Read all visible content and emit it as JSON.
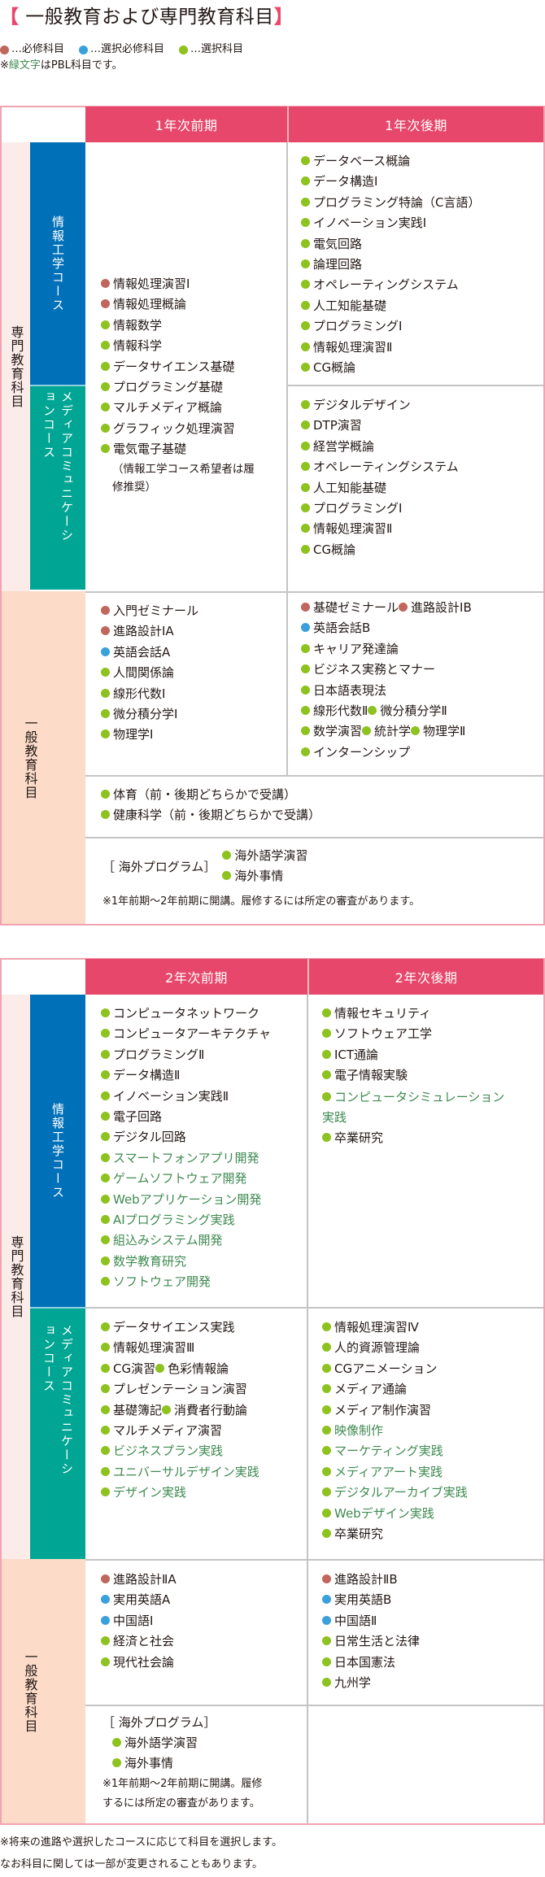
{
  "title": {
    "open_bracket": "【",
    "text": " 一般教育および専門教育科目",
    "close_bracket": "】"
  },
  "legend": {
    "items": [
      {
        "label": "…必修科目",
        "color": "#c0665d",
        "type": "required"
      },
      {
        "label": "…選択必修科目",
        "color": "#3aa0dc",
        "type": "elective-required"
      },
      {
        "label": "…選択科目",
        "color": "#8dc21f",
        "type": "elective"
      }
    ],
    "pbl_note_prefix": "※",
    "pbl_note_green": "緑文字",
    "pbl_note_suffix": "はPBL科目です。"
  },
  "colors": {
    "header": "#e6476a",
    "course_info": "#0070b8",
    "course_media": "#00a693",
    "cat_senmon": "#fbecea",
    "cat_ippan": "#fcdcc8",
    "pbl_green": "#3e8a50"
  },
  "categories": {
    "senmon": "専門教育科目",
    "ippan": "一般教育科目"
  },
  "courses": {
    "info": "情報工学コース",
    "media": "メディアコミュニケーションコース"
  },
  "year1": {
    "headers": [
      "1年次前期",
      "1年次後期"
    ],
    "info_and_media_first": [
      {
        "t": "情報処理演習Ⅰ",
        "c": "req"
      },
      {
        "t": "情報処理概論",
        "c": "req"
      },
      {
        "t": "情報数学",
        "c": "sel"
      },
      {
        "t": "情報科学",
        "c": "sel"
      },
      {
        "t": "データサイエンス基礎",
        "c": "sel"
      },
      {
        "t": "プログラミング基礎",
        "c": "sel"
      },
      {
        "t": "マルチメディア概論",
        "c": "sel"
      },
      {
        "t": "グラフィック処理演習",
        "c": "sel"
      },
      {
        "t": "電気電子基礎",
        "c": "sel"
      }
    ],
    "info_and_media_first_note": "（情報工学コース希望者は履修推奨）",
    "info_second": [
      {
        "t": "データベース概論",
        "c": "sel"
      },
      {
        "t": "データ構造Ⅰ",
        "c": "sel"
      },
      {
        "t": "プログラミング特論（C言語）",
        "c": "sel"
      },
      {
        "t": "イノベーション実践Ⅰ",
        "c": "sel"
      },
      {
        "t": "電気回路",
        "c": "sel"
      },
      {
        "t": "論理回路",
        "c": "sel"
      },
      {
        "t": "オペレーティングシステム",
        "c": "sel"
      },
      {
        "t": "人工知能基礎",
        "c": "sel"
      },
      {
        "t": "プログラミングⅠ",
        "c": "sel"
      },
      {
        "t": "情報処理演習Ⅱ",
        "c": "sel"
      },
      {
        "t": "CG概論",
        "c": "sel"
      }
    ],
    "media_second": [
      {
        "t": "デジタルデザイン",
        "c": "sel"
      },
      {
        "t": "DTP演習",
        "c": "sel"
      },
      {
        "t": "経営学概論",
        "c": "sel"
      },
      {
        "t": "オペレーティングシステム",
        "c": "sel"
      },
      {
        "t": "人工知能基礎",
        "c": "sel"
      },
      {
        "t": "プログラミングⅠ",
        "c": "sel"
      },
      {
        "t": "情報処理演習Ⅱ",
        "c": "sel"
      },
      {
        "t": "CG概論",
        "c": "sel"
      }
    ],
    "ippan_first": [
      {
        "t": "入門ゼミナール",
        "c": "req"
      },
      {
        "t": "進路設計ⅠA",
        "c": "req"
      },
      {
        "t": "英語会話A",
        "c": "selreq"
      },
      {
        "t": "人間関係論",
        "c": "sel"
      },
      {
        "t": "線形代数Ⅰ",
        "c": "sel"
      },
      {
        "t": "微分積分学Ⅰ",
        "c": "sel"
      },
      {
        "t": "物理学Ⅰ",
        "c": "sel"
      }
    ],
    "ippan_second_rows": [
      [
        {
          "t": "基礎ゼミナール",
          "c": "req"
        },
        {
          "t": "進路設計ⅠB",
          "c": "req"
        }
      ],
      [
        {
          "t": "英語会話B",
          "c": "selreq"
        }
      ],
      [
        {
          "t": "キャリア発達論",
          "c": "sel"
        }
      ],
      [
        {
          "t": "ビジネス実務とマナー",
          "c": "sel"
        }
      ],
      [
        {
          "t": "日本語表現法",
          "c": "sel"
        }
      ],
      [
        {
          "t": "線形代数Ⅱ",
          "c": "sel"
        },
        {
          "t": "微分積分学Ⅱ",
          "c": "sel"
        }
      ],
      [
        {
          "t": "数学演習",
          "c": "sel"
        },
        {
          "t": "統計学",
          "c": "sel"
        },
        {
          "t": "物理学Ⅱ",
          "c": "sel"
        }
      ],
      [
        {
          "t": "インターンシップ",
          "c": "sel"
        }
      ]
    ],
    "ippan_both": [
      {
        "t": "体育（前・後期どちらかで受講）",
        "c": "sel"
      },
      {
        "t": "健康科学（前・後期どちらかで受講）",
        "c": "sel"
      }
    ],
    "kaigai_label": "［ 海外プログラム］",
    "kaigai_items": [
      {
        "t": "海外語学演習",
        "c": "sel"
      },
      {
        "t": "海外事情",
        "c": "sel"
      }
    ],
    "kaigai_note": "※1年前期～2年前期に開講。履修するには所定の審査があります。"
  },
  "year2": {
    "headers": [
      "2年次前期",
      "2年次後期"
    ],
    "info_first": [
      {
        "t": "コンピュータネットワーク",
        "c": "sel"
      },
      {
        "t": "コンピュータアーキテクチャ",
        "c": "sel"
      },
      {
        "t": "プログラミングⅡ",
        "c": "sel"
      },
      {
        "t": "データ構造Ⅱ",
        "c": "sel"
      },
      {
        "t": "イノベーション実践Ⅱ",
        "c": "sel"
      },
      {
        "t": "電子回路",
        "c": "sel"
      },
      {
        "t": "デジタル回路",
        "c": "sel"
      },
      {
        "t": "スマートフォンアプリ開発",
        "c": "sel",
        "pbl": true
      },
      {
        "t": "ゲームソフトウェア開発",
        "c": "sel",
        "pbl": true
      },
      {
        "t": "Webアプリケーション開発",
        "c": "sel",
        "pbl": true
      },
      {
        "t": "AIプログラミング実践",
        "c": "sel",
        "pbl": true
      },
      {
        "t": "組込みシステム開発",
        "c": "sel",
        "pbl": true
      },
      {
        "t": "数学教育研究",
        "c": "sel",
        "pbl": true
      },
      {
        "t": "ソフトウェア開発",
        "c": "sel",
        "pbl": true
      }
    ],
    "info_second": [
      {
        "t": "情報セキュリティ",
        "c": "sel"
      },
      {
        "t": "ソフトウェア工学",
        "c": "sel"
      },
      {
        "t": "ICT通論",
        "c": "sel"
      },
      {
        "t": "電子情報実験",
        "c": "sel"
      },
      {
        "t": "コンピュータシミュレーション実践",
        "c": "sel",
        "pbl": true
      },
      {
        "t": "卒業研究",
        "c": "sel"
      }
    ],
    "media_first_rows": [
      [
        {
          "t": "データサイエンス実践",
          "c": "sel"
        }
      ],
      [
        {
          "t": "情報処理演習Ⅲ",
          "c": "sel"
        }
      ],
      [
        {
          "t": "CG演習",
          "c": "sel"
        },
        {
          "t": "色彩情報論",
          "c": "sel"
        }
      ],
      [
        {
          "t": "プレゼンテーション演習",
          "c": "sel"
        }
      ],
      [
        {
          "t": "基礎簿記",
          "c": "sel"
        },
        {
          "t": "消費者行動論",
          "c": "sel"
        }
      ],
      [
        {
          "t": "マルチメディア演習",
          "c": "sel"
        }
      ],
      [
        {
          "t": "ビジネスプラン実践",
          "c": "sel",
          "pbl": true
        }
      ],
      [
        {
          "t": "ユニバーサルデザイン実践",
          "c": "sel",
          "pbl": true
        }
      ],
      [
        {
          "t": "デザイン実践",
          "c": "sel",
          "pbl": true
        }
      ]
    ],
    "media_second": [
      {
        "t": "情報処理演習Ⅳ",
        "c": "sel"
      },
      {
        "t": "人的資源管理論",
        "c": "sel"
      },
      {
        "t": "CGアニメーション",
        "c": "sel"
      },
      {
        "t": "メディア通論",
        "c": "sel"
      },
      {
        "t": "メディア制作演習",
        "c": "sel"
      },
      {
        "t": "映像制作",
        "c": "sel",
        "pbl": true
      },
      {
        "t": "マーケティング実践",
        "c": "sel",
        "pbl": true
      },
      {
        "t": "メディアアート実践",
        "c": "sel",
        "pbl": true
      },
      {
        "t": "デジタルアーカイブ実践",
        "c": "sel",
        "pbl": true
      },
      {
        "t": "Webデザイン実践",
        "c": "sel",
        "pbl": true
      },
      {
        "t": "卒業研究",
        "c": "sel"
      }
    ],
    "ippan_first": [
      {
        "t": "進路設計ⅡA",
        "c": "req"
      },
      {
        "t": "実用英語A",
        "c": "selreq"
      },
      {
        "t": "中国語Ⅰ",
        "c": "selreq"
      },
      {
        "t": "経済と社会",
        "c": "sel"
      },
      {
        "t": "現代社会論",
        "c": "sel"
      }
    ],
    "ippan_second": [
      {
        "t": "進路設計ⅡB",
        "c": "req"
      },
      {
        "t": "実用英語B",
        "c": "selreq"
      },
      {
        "t": "中国語Ⅱ",
        "c": "selreq"
      },
      {
        "t": "日常生活と法律",
        "c": "sel"
      },
      {
        "t": "日本国憲法",
        "c": "sel"
      },
      {
        "t": "九州学",
        "c": "sel"
      }
    ],
    "kaigai_label": "［ 海外プログラム］",
    "kaigai_items": [
      {
        "t": "海外語学演習",
        "c": "sel"
      },
      {
        "t": "海外事情",
        "c": "sel"
      }
    ],
    "kaigai_note_1": "※1年前期～2年前期に開講。履修",
    "kaigai_note_2": "するには所定の審査があります。"
  },
  "footer": {
    "line1": "※将来の進路や選択したコースに応じて科目を選択します。",
    "line2": "なお科目に関しては一部が変更されることもあります。"
  }
}
